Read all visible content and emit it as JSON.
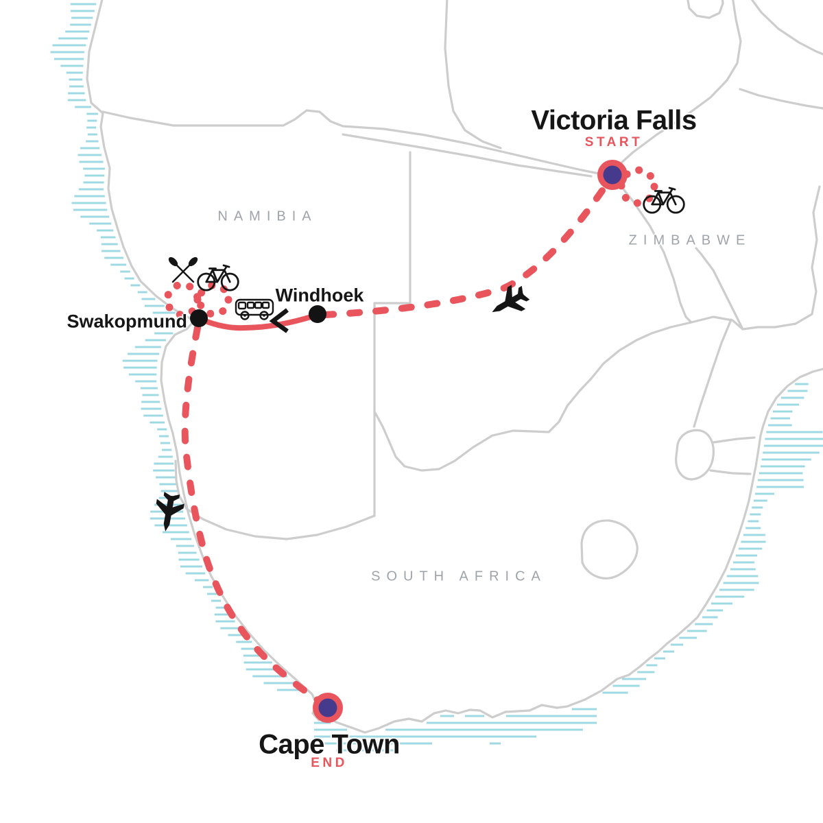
{
  "map": {
    "countries": [
      {
        "name": "NAMIBIA"
      },
      {
        "name": "ZIMBABWE"
      },
      {
        "name": "SOUTH AFRICA"
      }
    ],
    "stops": [
      {
        "name": "Victoria Falls",
        "badge": "START",
        "type": "start-marker"
      },
      {
        "name": "Windhoek",
        "type": "city-dot"
      },
      {
        "name": "Swakopmund",
        "type": "city-dot"
      },
      {
        "name": "Cape Town",
        "badge": "END",
        "type": "end-marker"
      }
    ],
    "legs": [
      {
        "from": "Victoria Falls",
        "to": "Windhoek",
        "mode": "flight",
        "style": "dashed",
        "icon": "plane"
      },
      {
        "from": "Windhoek",
        "to": "Swakopmund",
        "mode": "bus",
        "style": "solid",
        "icon": "bus",
        "direction_arrow": "left"
      },
      {
        "from": "Swakopmund",
        "to": "Cape Town",
        "mode": "flight",
        "style": "dashed",
        "icon": "plane"
      }
    ],
    "activities": [
      {
        "at": "Victoria Falls",
        "icon": "bicycle",
        "style": "dotted-loop"
      },
      {
        "at": "Swakopmund",
        "icon": "kayak-paddles",
        "style": "dotted-loop"
      },
      {
        "at": "Swakopmund",
        "icon": "bicycle",
        "style": "dotted-loop"
      }
    ],
    "colors": {
      "route": "#E9555C",
      "marker_inner": "#453A8C",
      "border": "#CDCDCD",
      "hatch": "#9FD9E3",
      "country_label": "#9FA4AA",
      "city_dot": "#131313"
    }
  }
}
